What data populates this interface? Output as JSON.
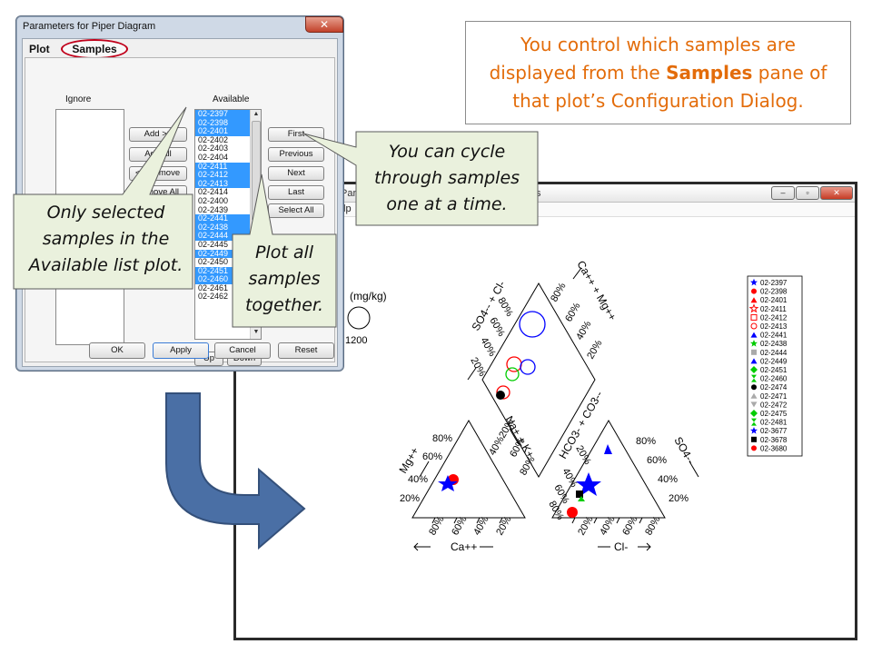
{
  "plot_window": {
    "title": "Parameters",
    "title_suffix": "s",
    "menu_item": "lp"
  },
  "info_box": {
    "line1": "You control which samples are",
    "line2_pre": "displayed from the ",
    "line2_bold": "Samples",
    "line2_post": " pane of",
    "line3": "that plot’s Configuration Dialog."
  },
  "dialog": {
    "title": "Parameters for Piper Diagram",
    "close_glyph": "✕",
    "tabs": {
      "plot": "Plot",
      "samples": "Samples"
    },
    "ignore_label": "Ignore",
    "available_label": "Available",
    "buttons": {
      "add": "Add >>",
      "add_all": "Add All",
      "remove": "<< Remove",
      "remove_all": "Remove All",
      "first": "First",
      "previous": "Previous",
      "next": "Next",
      "last": "Last",
      "select_all": "Select All",
      "up": "Up",
      "down": "Down",
      "ok": "OK",
      "apply": "Apply",
      "cancel": "Cancel",
      "reset": "Reset"
    },
    "available_items": [
      {
        "label": "02-2397",
        "selected": true
      },
      {
        "label": "02-2398",
        "selected": true
      },
      {
        "label": "02-2401",
        "selected": true
      },
      {
        "label": "02-2402",
        "selected": false
      },
      {
        "label": "02-2403",
        "selected": false
      },
      {
        "label": "02-2404",
        "selected": false
      },
      {
        "label": "02-2411",
        "selected": true
      },
      {
        "label": "02-2412",
        "selected": true
      },
      {
        "label": "02-2413",
        "selected": true
      },
      {
        "label": "02-2414",
        "selected": false
      },
      {
        "label": "02-2400",
        "selected": false
      },
      {
        "label": "02-2439",
        "selected": false
      },
      {
        "label": "02-2441",
        "selected": true
      },
      {
        "label": "02-2438",
        "selected": true
      },
      {
        "label": "02-2444",
        "selected": true
      },
      {
        "label": "02-2445",
        "selected": false
      },
      {
        "label": "02-2449",
        "selected": true
      },
      {
        "label": "02-2450",
        "selected": false
      },
      {
        "label": "02-2451",
        "selected": true
      },
      {
        "label": "02-2460",
        "selected": true
      },
      {
        "label": "02-2461",
        "selected": false
      },
      {
        "label": "02-2462",
        "selected": false
      }
    ]
  },
  "callouts": {
    "selected_only": "Only selected samples in the Available list plot.",
    "plot_all": "Plot all samples together.",
    "cycle": "You can cycle through samples one at a time."
  },
  "piper": {
    "scale_label": "(mg/kg)",
    "scale_value": "1200",
    "labels": {
      "mg": "Mg++",
      "na_k": "Na+ + K+",
      "ca": "Ca++",
      "hco3_co3": "HCO3- + CO3--",
      "so4": "SO4--",
      "cl": "Cl-",
      "so4_cl": "SO4-- + Cl-",
      "ca_mg": "Ca++ + Mg++"
    },
    "percent_ticks": [
      "20%",
      "40%",
      "60%",
      "80%"
    ],
    "legend": [
      {
        "label": "02-2397",
        "color": "#0000ff",
        "shape": "star"
      },
      {
        "label": "02-2398",
        "color": "#ff0000",
        "shape": "circle"
      },
      {
        "label": "02-2401",
        "color": "#ff0000",
        "shape": "triangle"
      },
      {
        "label": "02-2411",
        "color": "#ff0000",
        "shape": "star-open"
      },
      {
        "label": "02-2412",
        "color": "#ff0000",
        "shape": "square-open"
      },
      {
        "label": "02-2413",
        "color": "#ff0000",
        "shape": "circle-open"
      },
      {
        "label": "02-2441",
        "color": "#0000ff",
        "shape": "triangle"
      },
      {
        "label": "02-2438",
        "color": "#00cc00",
        "shape": "star"
      },
      {
        "label": "02-2444",
        "color": "#aaaaaa",
        "shape": "square"
      },
      {
        "label": "02-2449",
        "color": "#0000ff",
        "shape": "triangle"
      },
      {
        "label": "02-2451",
        "color": "#00cc00",
        "shape": "diamond"
      },
      {
        "label": "02-2460",
        "color": "#00cc00",
        "shape": "hourglass"
      },
      {
        "label": "02-2474",
        "color": "#000000",
        "shape": "circle"
      },
      {
        "label": "02-2471",
        "color": "#aaaaaa",
        "shape": "triangle"
      },
      {
        "label": "02-2472",
        "color": "#aaaaaa",
        "shape": "triangle-down"
      },
      {
        "label": "02-2475",
        "color": "#00cc00",
        "shape": "diamond"
      },
      {
        "label": "02-2481",
        "color": "#00cc00",
        "shape": "hourglass"
      },
      {
        "label": "02-3677",
        "color": "#0000ff",
        "shape": "star"
      },
      {
        "label": "02-3678",
        "color": "#000000",
        "shape": "square"
      },
      {
        "label": "02-3680",
        "color": "#ff0000",
        "shape": "circle"
      }
    ]
  },
  "colors": {
    "accent_orange": "#e36c0a",
    "arrow_blue": "#4a6fa5",
    "callout_fill": "#eaf1dd",
    "select_blue": "#3399ff"
  }
}
